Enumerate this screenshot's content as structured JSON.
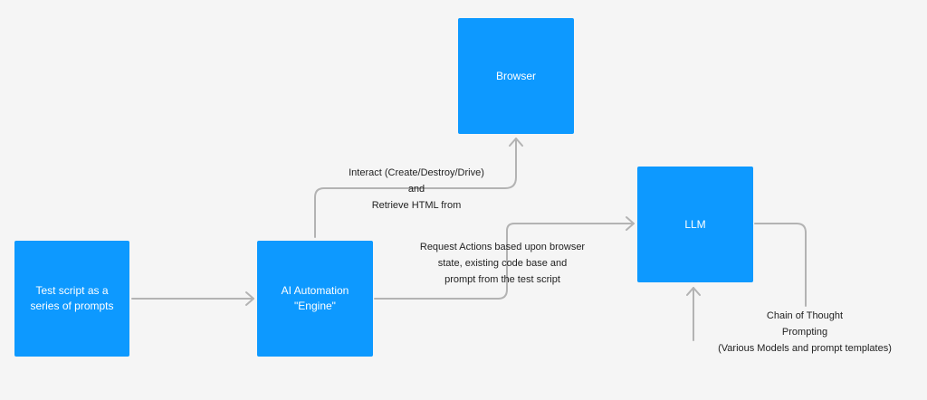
{
  "nodes": {
    "test_script": "Test script as a\nseries of prompts",
    "ai_engine": "AI Automation\n\"Engine\"",
    "browser": "Browser",
    "llm": "LLM"
  },
  "edges": {
    "interact": "Interact (Create/Destroy/Drive)\nand\nRetrieve HTML from",
    "request": "Request Actions based upon browser\nstate, existing code base and\nprompt from the test script",
    "chain_of_thought": "Chain of Thought\nPrompting\n(Various Models and prompt templates)"
  },
  "colors": {
    "node_fill": "#0d99ff",
    "connector": "#b3b3b3",
    "background": "#f5f5f5"
  }
}
